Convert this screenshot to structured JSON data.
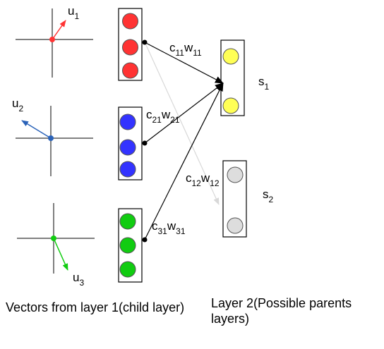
{
  "vectors": [
    {
      "sym": "u",
      "sub": "1",
      "color": "#ff3333"
    },
    {
      "sym": "u",
      "sub": "2",
      "color": "#2a62b8"
    },
    {
      "sym": "u",
      "sub": "3",
      "color": "#11cc11"
    }
  ],
  "child_capsules": [
    {
      "color": "#ff3333"
    },
    {
      "color": "#3333ff"
    },
    {
      "color": "#11cc11"
    }
  ],
  "parent_capsules": [
    {
      "sym": "s",
      "sub": "1",
      "color": "#ffff55"
    },
    {
      "sym": "s",
      "sub": "2",
      "color": "#dddddd"
    }
  ],
  "connections": [
    {
      "c": "c",
      "csub": "11",
      "w": "w",
      "wsub": "11"
    },
    {
      "c": "c",
      "csub": "21",
      "w": "w",
      "wsub": "21"
    },
    {
      "c": "c",
      "csub": "31",
      "w": "w",
      "wsub": "31"
    },
    {
      "c": "c",
      "csub": "12",
      "w": "w",
      "wsub": "12"
    }
  ],
  "captions": {
    "left": "Vectors from layer 1(child layer)",
    "right": "Layer 2(Possible parents layers)"
  }
}
